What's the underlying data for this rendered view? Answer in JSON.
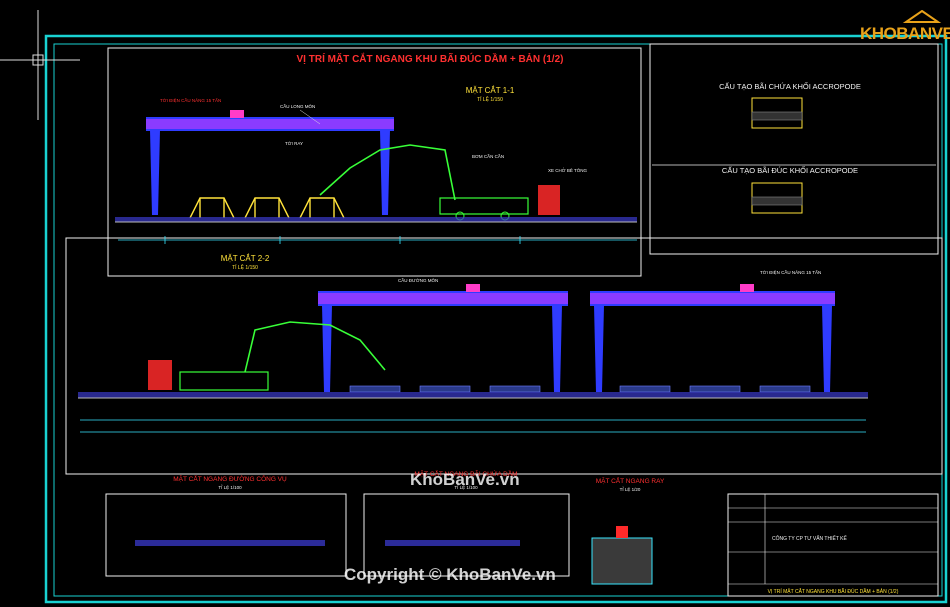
{
  "main_title": "VỊ TRÍ MẶT CẮT NGANG KHU BÃI ĐÚC DẦM + BẢN (1/2)",
  "section_1": {
    "title": "MẶT CẮT 1-1",
    "scale": "TỈ LỆ 1/150"
  },
  "section_2": {
    "title": "MẶT CẮT 2-2",
    "scale": "TỈ LỆ 1/150"
  },
  "acropode_1": "CẤU TẠO BÃI CHỨA KHỐI ACCROPODE",
  "acropode_2": "CẤU TẠO BÃI ĐÚC KHỐI ACCROPODE",
  "label_crane_trolley": "TỜI ĐIỆN CẦU NÂNG 15 TẤN",
  "label_gantry": "CẦU LONG MÔN",
  "label_rail": "TỜI RAY",
  "label_pump": "BƠM CẦN CẦN",
  "label_mixer_truck": "XE CHỞ BÊ TÔNG",
  "label_crane_right": "TỜI ĐIỆN CẦU NÂNG 15 TẤN",
  "label_gantry_2": "CẦU ĐƯỜNG MÔN",
  "section_road": {
    "title": "MẶT CẮT NGANG ĐƯỜNG CÔNG VỤ",
    "scale": "TỈ LỆ 1/100"
  },
  "section_mid": {
    "title": "MẶT CẮT NGANG BÃI CHỨA DẦM",
    "scale": "TỈ LỆ 1/100"
  },
  "section_rail": {
    "title": "MẶT CẮT NGANG RAY",
    "scale": "TỈ LỆ 1/20"
  },
  "title_block": {
    "project_line": "VỊ TRÍ MẶT CẮT NGANG KHU BÃI ĐÚC DẦM + BẢN (1/2)",
    "company": "CÔNG TY CP TƯ VẤN THIẾT KẾ"
  },
  "logo": "KHOBANVE",
  "watermark_1": "KhoBanVe.vn",
  "watermark_2": "Copyright © KhoBanVe.vn",
  "colors": {
    "frame_outer": "#19d2d2",
    "frame_inner": "#2ee0d0",
    "panel": "#ffffff",
    "gantry": "#2f3cff",
    "deck": "#8a3bff",
    "pump": "#38ff38",
    "truck": "#ff2a2a",
    "dim": "#39e6ff"
  }
}
